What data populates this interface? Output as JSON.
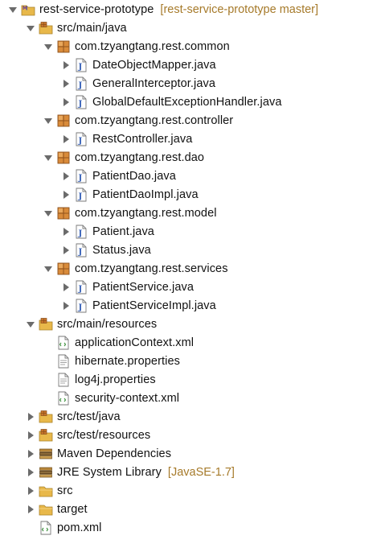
{
  "tree": [
    {
      "label": "rest-service-prototype",
      "decoration": "[rest-service-prototype master]",
      "icon": "project-icon",
      "twisty": "expanded",
      "level": 0
    },
    {
      "label": "src/main/java",
      "icon": "source-folder-icon",
      "twisty": "expanded",
      "level": 1
    },
    {
      "label": "com.tzyangtang.rest.common",
      "icon": "package-icon",
      "twisty": "expanded",
      "level": 2
    },
    {
      "label": "DateObjectMapper.java",
      "icon": "java-file-icon",
      "twisty": "collapsed",
      "level": 3
    },
    {
      "label": "GeneralInterceptor.java",
      "icon": "java-file-icon",
      "twisty": "collapsed",
      "level": 3
    },
    {
      "label": "GlobalDefaultExceptionHandler.java",
      "icon": "java-file-icon",
      "twisty": "collapsed",
      "level": 3
    },
    {
      "label": "com.tzyangtang.rest.controller",
      "icon": "package-icon",
      "twisty": "expanded",
      "level": 2
    },
    {
      "label": "RestController.java",
      "icon": "java-file-icon",
      "twisty": "collapsed",
      "level": 3
    },
    {
      "label": "com.tzyangtang.rest.dao",
      "icon": "package-icon",
      "twisty": "expanded",
      "level": 2
    },
    {
      "label": "PatientDao.java",
      "icon": "java-file-icon",
      "twisty": "collapsed",
      "level": 3
    },
    {
      "label": "PatientDaoImpl.java",
      "icon": "java-file-icon",
      "twisty": "collapsed",
      "level": 3
    },
    {
      "label": "com.tzyangtang.rest.model",
      "icon": "package-icon",
      "twisty": "expanded",
      "level": 2
    },
    {
      "label": "Patient.java",
      "icon": "java-file-icon",
      "twisty": "collapsed",
      "level": 3
    },
    {
      "label": "Status.java",
      "icon": "java-file-icon",
      "twisty": "collapsed",
      "level": 3
    },
    {
      "label": "com.tzyangtang.rest.services",
      "icon": "package-icon",
      "twisty": "expanded",
      "level": 2
    },
    {
      "label": "PatientService.java",
      "icon": "java-file-icon",
      "twisty": "collapsed",
      "level": 3
    },
    {
      "label": "PatientServiceImpl.java",
      "icon": "java-file-icon",
      "twisty": "collapsed",
      "level": 3
    },
    {
      "label": "src/main/resources",
      "icon": "source-folder-icon",
      "twisty": "expanded",
      "level": 1
    },
    {
      "label": "applicationContext.xml",
      "icon": "xml-file-icon",
      "twisty": "none",
      "level": 2
    },
    {
      "label": "hibernate.properties",
      "icon": "text-file-icon",
      "twisty": "none",
      "level": 2
    },
    {
      "label": "log4j.properties",
      "icon": "text-file-icon",
      "twisty": "none",
      "level": 2
    },
    {
      "label": "security-context.xml",
      "icon": "xml-file-icon",
      "twisty": "none",
      "level": 2
    },
    {
      "label": "src/test/java",
      "icon": "source-folder-icon",
      "twisty": "collapsed",
      "level": 1
    },
    {
      "label": "src/test/resources",
      "icon": "source-folder-icon",
      "twisty": "collapsed",
      "level": 1
    },
    {
      "label": "Maven Dependencies",
      "icon": "library-icon",
      "twisty": "collapsed",
      "level": 1
    },
    {
      "label": "JRE System Library",
      "decoration": "[JavaSE-1.7]",
      "icon": "library-icon",
      "twisty": "collapsed",
      "level": 1
    },
    {
      "label": "src",
      "icon": "folder-icon",
      "twisty": "collapsed",
      "level": 1
    },
    {
      "label": "target",
      "icon": "folder-icon",
      "twisty": "collapsed",
      "level": 1
    },
    {
      "label": "pom.xml",
      "icon": "xml-file-icon",
      "twisty": "none",
      "level": 1
    }
  ],
  "colors": {
    "decoration": "#a67a2a",
    "text": "#111111",
    "twisty": "#6b6b6b",
    "folder": "#e8b84a",
    "package": "#c7752b",
    "java_badge": "#3a63b8"
  }
}
